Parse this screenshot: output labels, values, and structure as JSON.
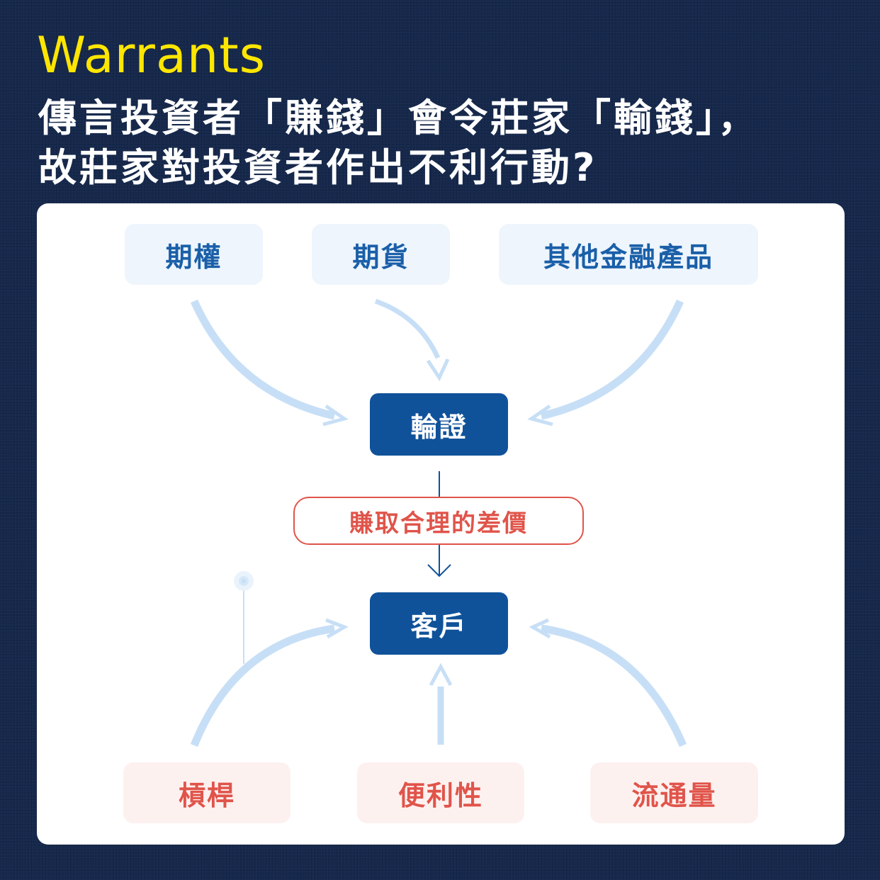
{
  "header": {
    "brand": "Warrants",
    "title_line1": "傳言投資者「賺錢」會令莊家「輸錢」，",
    "title_line2": "故莊家對投資者作出不利行動?"
  },
  "diagram": {
    "sources": [
      "期權",
      "期貨",
      "其他金融產品"
    ],
    "center_node": "輪證",
    "spread_label": "賺取合理的差價",
    "client_node": "客戶",
    "factors": [
      "槓桿",
      "便利性",
      "流通量"
    ]
  },
  "colors": {
    "background": "#16284b",
    "brand": "#ffe600",
    "node": "#10529a",
    "source_text": "#1a5fa8",
    "source_bg": "#eef5fd",
    "factor_text": "#e0544a",
    "factor_bg": "#fdf1f0",
    "arrow": "#c7dff6"
  }
}
